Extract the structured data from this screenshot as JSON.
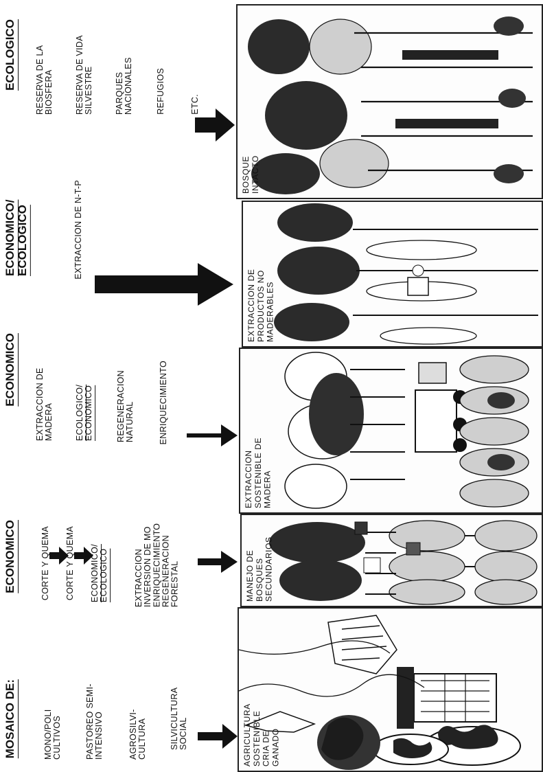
{
  "mosaic": {
    "heading": "MOSAICO DE:",
    "items": [
      "MONO/POLI CULTIVOS",
      "PASTOREO SEMI-INTENSIVO",
      "AGROSILVI-CULTURA",
      "SILVICULTURA SOCIAL"
    ]
  },
  "col_economico_1": {
    "heading": "ECONOMICO",
    "items": [
      "CORTE Y QUEMA",
      "CORTE Y QUEMA",
      "ECONOMICO/ ECOLOGICO",
      "EXTRACCION INVERSION DE MO ENRIQUECIMIENTO REGENERACION FORESTAL"
    ]
  },
  "col_economico_2": {
    "heading": "ECONOMICO",
    "items": [
      "EXTRACCION DE MADERA",
      "ECOLOGICO/ ECONOMICO",
      "REGENERACION NATURAL",
      "ENRIQUECIMIENTO"
    ]
  },
  "col_econ_ecol": {
    "heading": "ECONOMICO/ ECOLOGICO",
    "items": [
      "EXTRACCION DE N-T-P"
    ]
  },
  "col_ecologico": {
    "heading": "ECOLOGICO",
    "items": [
      "RESERVA DE LA BIOSFERA",
      "RESERVA DE VIDA SILVESTRE",
      "PARQUES NACIONALES",
      "REFUGIOS",
      "ETC."
    ]
  },
  "panels": [
    {
      "label": "AGRICULTURA SOSTENIBLE CRIA DE GANADO"
    },
    {
      "label": "MANEJO DE BOSQUES SECUNDARIOS"
    },
    {
      "label": "EXTRACCION SOSTENIBLE DE MADERA"
    },
    {
      "label": "EXTRACCION DE PRODUCTOS NO MADERABLES"
    },
    {
      "label": "BOSQUE INTACTO"
    }
  ],
  "colors": {
    "ink": "#111111",
    "shade": "#3a3a3a",
    "light": "#bdbdbd"
  }
}
